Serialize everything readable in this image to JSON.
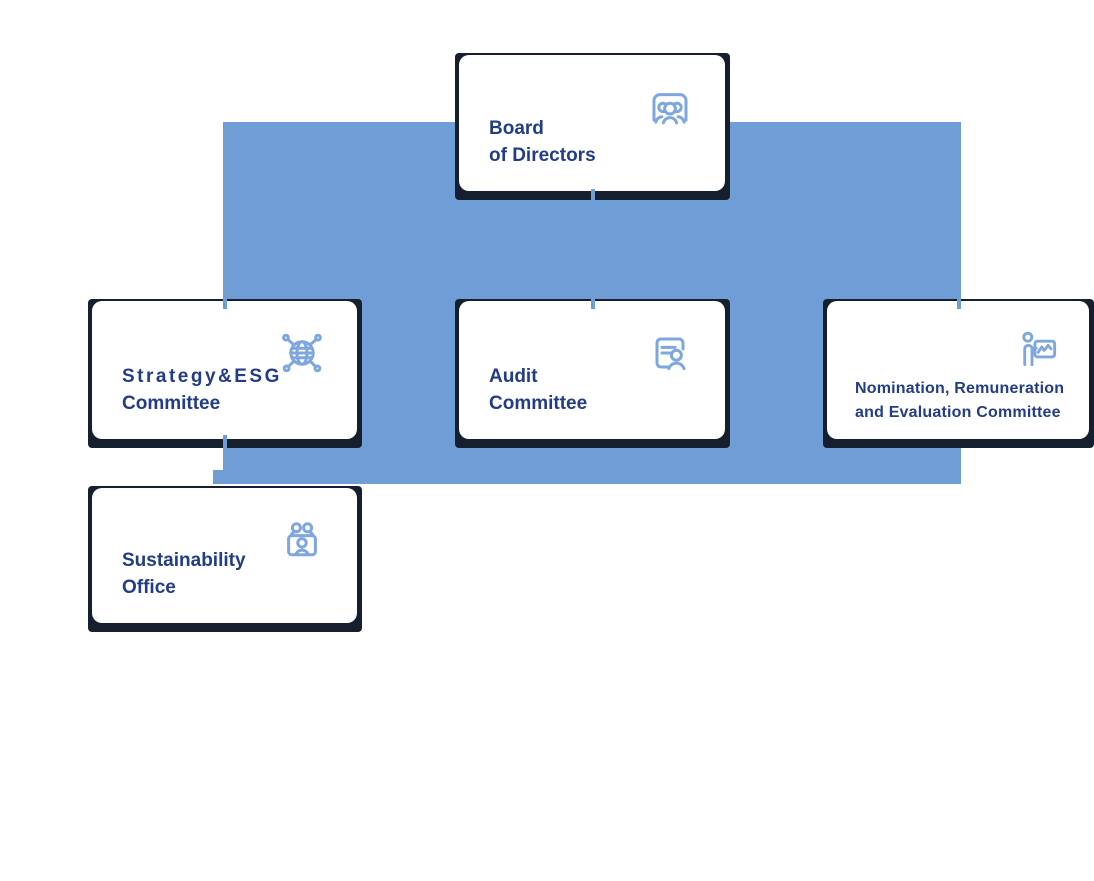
{
  "palette": {
    "background": "#ffffff",
    "connector_blue": "#6F9DD6",
    "frame_dark_navy": "#161F2E",
    "title_navy": "#223C87",
    "icon_blue": "#7DA7DE"
  },
  "org_chart": {
    "nodes": [
      {
        "id": "board-of-directors",
        "title_lines": [
          "Board",
          "of Directors"
        ],
        "icon": "board-members-icon"
      },
      {
        "id": "strategy-esg-committee",
        "title_lines": [
          "Strategy&ESG",
          "Committee"
        ],
        "icon": "globe-network-icon"
      },
      {
        "id": "audit-committee",
        "title_lines": [
          "Audit",
          "Committee"
        ],
        "icon": "document-person-icon"
      },
      {
        "id": "nomination-remuneration-evaluation-committee",
        "title_lines": [
          "Nomination, Remuneration",
          "and Evaluation Committee"
        ],
        "icon": "presenter-chart-icon"
      },
      {
        "id": "sustainability-office",
        "title_lines": [
          "Sustainability",
          "Office"
        ],
        "icon": "meeting-desk-icon"
      }
    ],
    "connections": [
      {
        "from": "board-of-directors",
        "to": "strategy-esg-committee"
      },
      {
        "from": "board-of-directors",
        "to": "audit-committee"
      },
      {
        "from": "board-of-directors",
        "to": "nomination-remuneration-evaluation-committee"
      },
      {
        "from": "strategy-esg-committee",
        "to": "sustainability-office"
      }
    ]
  }
}
